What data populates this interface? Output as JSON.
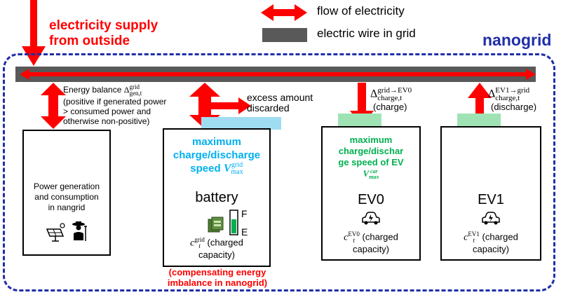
{
  "legend": {
    "flow_label": "flow of electricity",
    "wire_label": "electric wire in grid"
  },
  "supply": {
    "line1": "electricity supply",
    "line2": "from outside"
  },
  "nanogrid_label": "nanogrid",
  "energy_balance": {
    "prefix": "Energy balance",
    "symbol": "Δ",
    "sup": "grid",
    "sub": "gen,t",
    "line2": "(positive if generated power",
    "line3": "> consumed power and",
    "line4": "otherwise non-positive)"
  },
  "excess": {
    "line1": "excess amount",
    "line2": "discarded"
  },
  "delta_ev0": {
    "symbol": "Δ",
    "sup": "grid→EV0",
    "sub": "charge,t",
    "note": "(charge)"
  },
  "delta_ev1": {
    "symbol": "Δ",
    "sup": "EV1→grid",
    "sub": "charge,t",
    "note": "(discharge)"
  },
  "power_box": {
    "line1": "Power generation",
    "line2": "and consumption",
    "line3": "in nangrid"
  },
  "battery_box": {
    "speed_line1": "maximum",
    "speed_line2": "charge/discharge",
    "speed_line3": "speed",
    "speed_symbol": "V",
    "speed_sup": "grid",
    "speed_sub": "max",
    "title": "battery",
    "gauge_full": "F",
    "gauge_empty": "E",
    "cap_symbol": "c",
    "cap_sup": "grid",
    "cap_sub": "t",
    "cap_line1": "(charged",
    "cap_line2": "capacity)"
  },
  "battery_note": {
    "line1": "(compensating energy",
    "line2": "imbalance in nanogrid)"
  },
  "ev0_box": {
    "speed_line1": "maximum",
    "speed_line2": "charge/dischar",
    "speed_line3": "ge speed of EV",
    "speed_symbol": "V",
    "speed_sup": "car",
    "speed_sub": "max",
    "title": "EV0",
    "cap_symbol": "c",
    "cap_sup": "EV0",
    "cap_sub": "t",
    "cap_line1": "(charged",
    "cap_line2": "capacity)"
  },
  "ev1_box": {
    "title": "EV1",
    "cap_symbol": "c",
    "cap_sup": "EV1",
    "cap_sub": "t",
    "cap_line1": "(charged",
    "cap_line2": "capacity)"
  },
  "colors": {
    "arrow": "#ff0000",
    "wire": "#595959",
    "nanogrid_border": "#1f2fa8",
    "battery_accent": "#00b0f0",
    "ev_accent": "#00b050",
    "battery_pad": "#9fdcf2",
    "ev_pad": "#9fe3b5"
  }
}
